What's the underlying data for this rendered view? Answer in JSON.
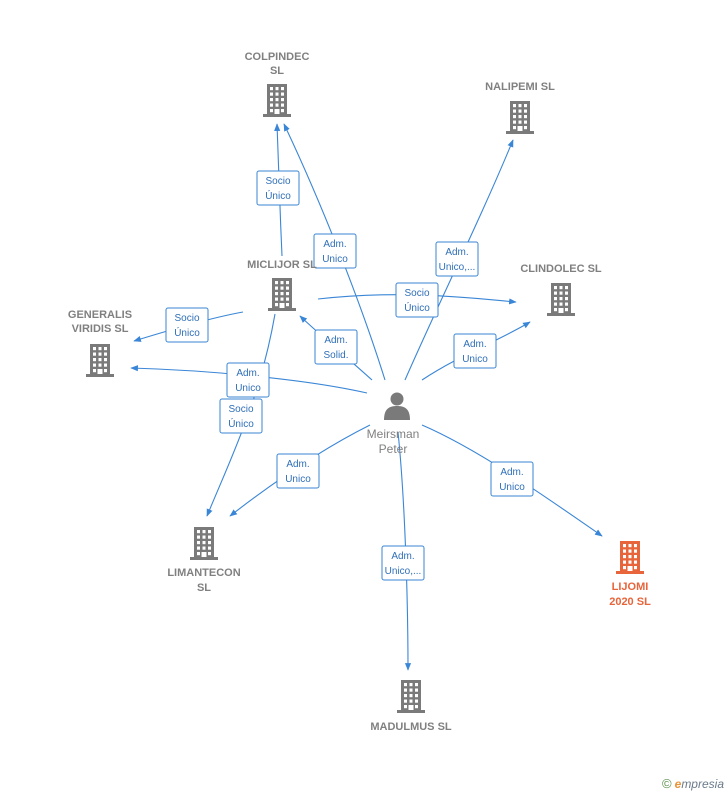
{
  "colors": {
    "building": "#7a7a7a",
    "focus_building": "#e8643a",
    "edge": "#3a86d6",
    "person": "#7a7a7a"
  },
  "person": {
    "lines": [
      "Meirsman",
      "Peter"
    ],
    "icon": "person-icon"
  },
  "companies": [
    {
      "id": "colpindec",
      "lines": [
        "COLPINDEC",
        "SL"
      ],
      "focus": false
    },
    {
      "id": "nalipemi",
      "lines": [
        "NALIPEMI SL"
      ],
      "focus": false
    },
    {
      "id": "miclijor",
      "lines": [
        "MICLIJOR  SL"
      ],
      "focus": false
    },
    {
      "id": "clindolec",
      "lines": [
        "CLINDOLEC  SL"
      ],
      "focus": false
    },
    {
      "id": "generalis",
      "lines": [
        "GENERALIS",
        "VIRIDIS  SL"
      ],
      "focus": false
    },
    {
      "id": "limantecon",
      "lines": [
        "LIMANTECON",
        "SL"
      ],
      "focus": false
    },
    {
      "id": "lijomi",
      "lines": [
        "LIJOMI",
        "2020  SL"
      ],
      "focus": true
    },
    {
      "id": "madulmus",
      "lines": [
        "MADULMUS  SL"
      ],
      "focus": false
    }
  ],
  "edges": [
    {
      "id": "miclijor-colpindec",
      "lines": [
        "Socio",
        "Único"
      ]
    },
    {
      "id": "person-colpindec",
      "lines": [
        "Adm.",
        "Unico"
      ]
    },
    {
      "id": "person-nalipemi",
      "lines": [
        "Adm.",
        "Unico,..."
      ]
    },
    {
      "id": "miclijor-clindolec",
      "lines": [
        "Socio",
        "Único"
      ]
    },
    {
      "id": "person-clindolec",
      "lines": [
        "Adm.",
        "Unico"
      ]
    },
    {
      "id": "person-miclijor",
      "lines": [
        "Adm.",
        "Solid."
      ]
    },
    {
      "id": "miclijor-generalis",
      "lines": [
        "Socio",
        "Único"
      ]
    },
    {
      "id": "person-generalis",
      "lines": [
        "Adm.",
        "Unico"
      ]
    },
    {
      "id": "miclijor-limantecon",
      "lines": [
        "Socio",
        "Único"
      ]
    },
    {
      "id": "person-limantecon",
      "lines": [
        "Adm.",
        "Unico"
      ]
    },
    {
      "id": "person-lijomi",
      "lines": [
        "Adm.",
        "Unico"
      ]
    },
    {
      "id": "person-madulmus",
      "lines": [
        "Adm.",
        "Unico,..."
      ]
    }
  ],
  "footer": {
    "copyright": "©",
    "brand_initial": "e",
    "brand_rest": "mpresia"
  }
}
